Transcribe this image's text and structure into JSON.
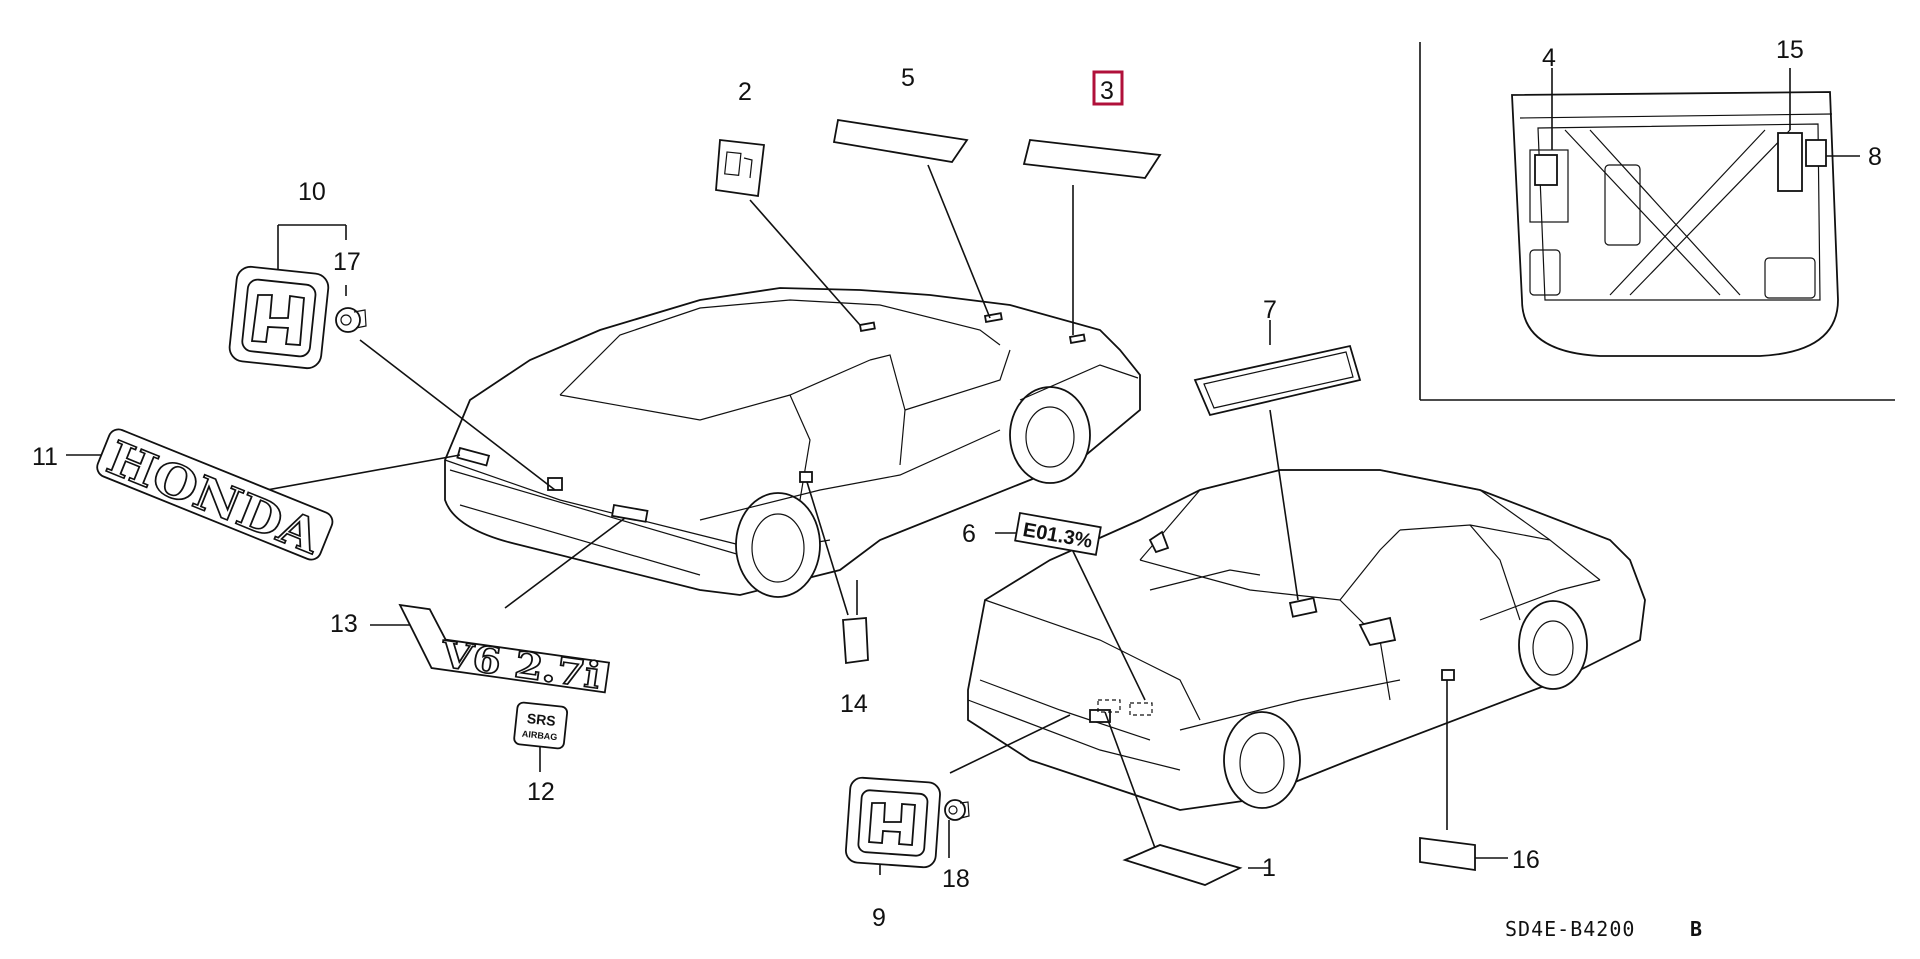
{
  "diagram_code": "SD4E-B4200",
  "diagram_code_suffix": "B",
  "highlighted_callout": "3",
  "callouts": [
    {
      "id": "c1",
      "label": "1"
    },
    {
      "id": "c2",
      "label": "2"
    },
    {
      "id": "c3",
      "label": "3"
    },
    {
      "id": "c4",
      "label": "4"
    },
    {
      "id": "c5",
      "label": "5"
    },
    {
      "id": "c6",
      "label": "6"
    },
    {
      "id": "c7",
      "label": "7"
    },
    {
      "id": "c8",
      "label": "8"
    },
    {
      "id": "c9",
      "label": "9"
    },
    {
      "id": "c10",
      "label": "10"
    },
    {
      "id": "c11",
      "label": "11"
    },
    {
      "id": "c12",
      "label": "12"
    },
    {
      "id": "c13",
      "label": "13"
    },
    {
      "id": "c14",
      "label": "14"
    },
    {
      "id": "c15",
      "label": "15"
    },
    {
      "id": "c16",
      "label": "16"
    },
    {
      "id": "c17",
      "label": "17"
    },
    {
      "id": "c18",
      "label": "18"
    }
  ],
  "parts_text": {
    "honda_emblem": "HONDA",
    "v6_emblem": "V6 2.7i",
    "srs_top": "SRS",
    "srs_bottom": "AIRBAG",
    "label_6": "E01.3%"
  },
  "colors": {
    "line": "#111111",
    "highlight": "#b0103a",
    "background": "#ffffff"
  }
}
